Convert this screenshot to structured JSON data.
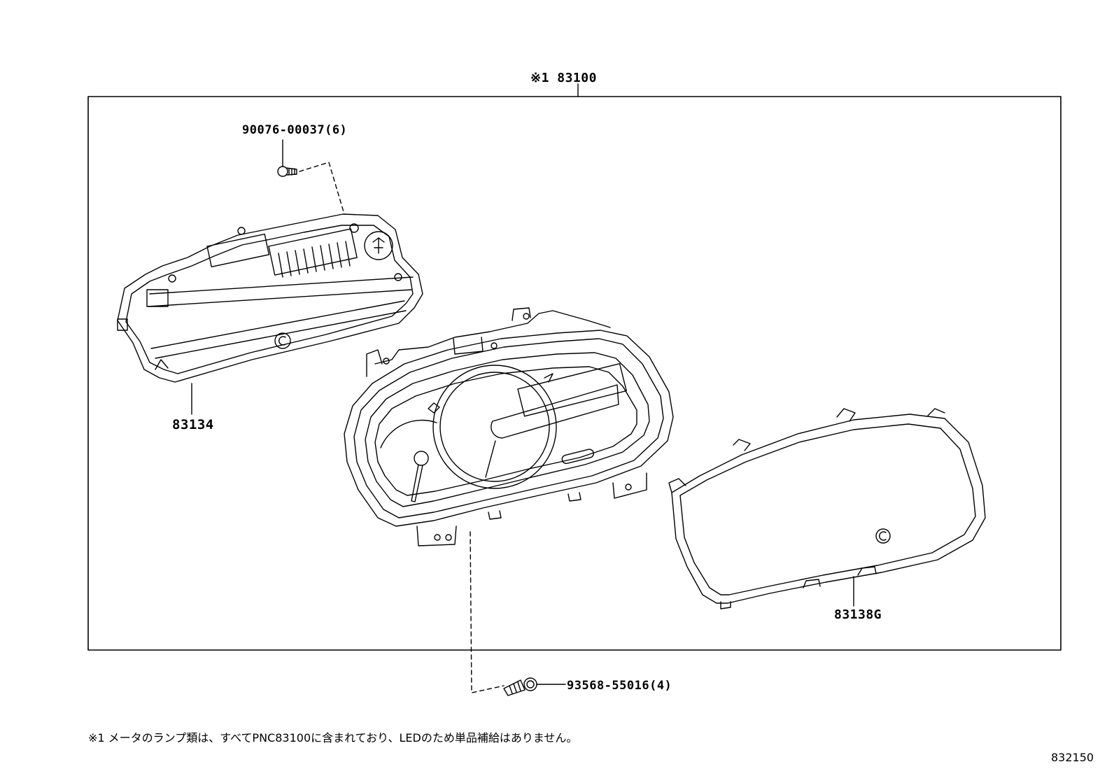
{
  "diagram": {
    "assembly_label": "※1 83100",
    "parts": {
      "screw_top": "90076-00037(6)",
      "rear_case": "83134",
      "glass_cover": "83138G",
      "screw_bottom": "93568-55016(4)"
    },
    "footnote": "※1 メータのランプ類は、すべてPNC83100に含まれており、LEDのため単品補給はありません。",
    "figure_number": "832150"
  }
}
